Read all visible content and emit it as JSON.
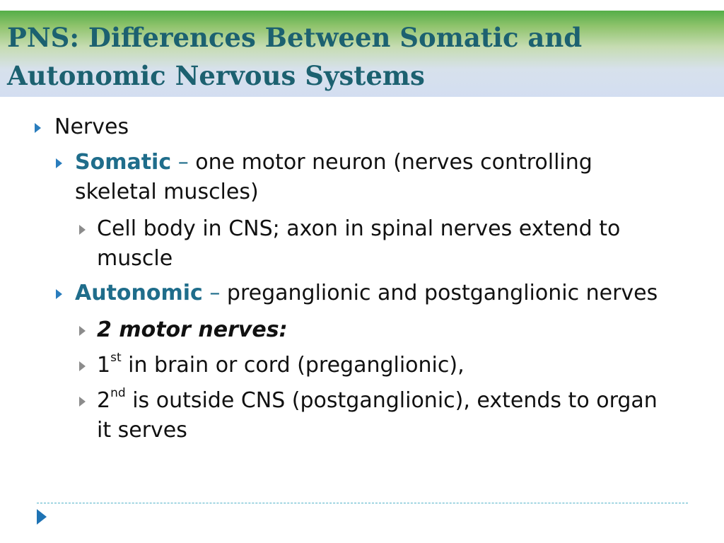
{
  "slide": {
    "title_line1": "PNS: Differences Between Somatic and",
    "title_line2": "Autonomic Nervous Systems",
    "bullets": {
      "nerves": "Nerves",
      "somatic": {
        "term": "Somatic",
        "dash": "–",
        "text_line1": " one motor neuron (nerves controlling",
        "text_line2": "skeletal muscles)"
      },
      "cell_body": {
        "line1": "Cell body in CNS; axon in spinal nerves extend to",
        "line2": "muscle"
      },
      "autonomic": {
        "term": "Autonomic",
        "dash": "–",
        "text": " preganglionic and postganglionic nerves"
      },
      "two_motor": "2 motor nerves:",
      "first": {
        "num": "1",
        "sup": "st",
        "text": " in brain or cord (preganglionic),"
      },
      "second": {
        "num": "2",
        "sup": "nd",
        "text_line1": " is outside CNS (postganglionic), extends to organ",
        "text_line2": "it serves"
      }
    },
    "colors": {
      "title_text": "#1c6170",
      "accent_term": "#1f6d8b",
      "bullet_level1": "#2a7dbd",
      "bullet_level3": "#8c8c8c",
      "footer_line": "#4fb1c8",
      "band_top": "#55ae48",
      "band_bottom": "#d3def1"
    },
    "icons": {
      "bullet_marker": "triangle-right",
      "footer_marker": "triangle-right"
    }
  }
}
